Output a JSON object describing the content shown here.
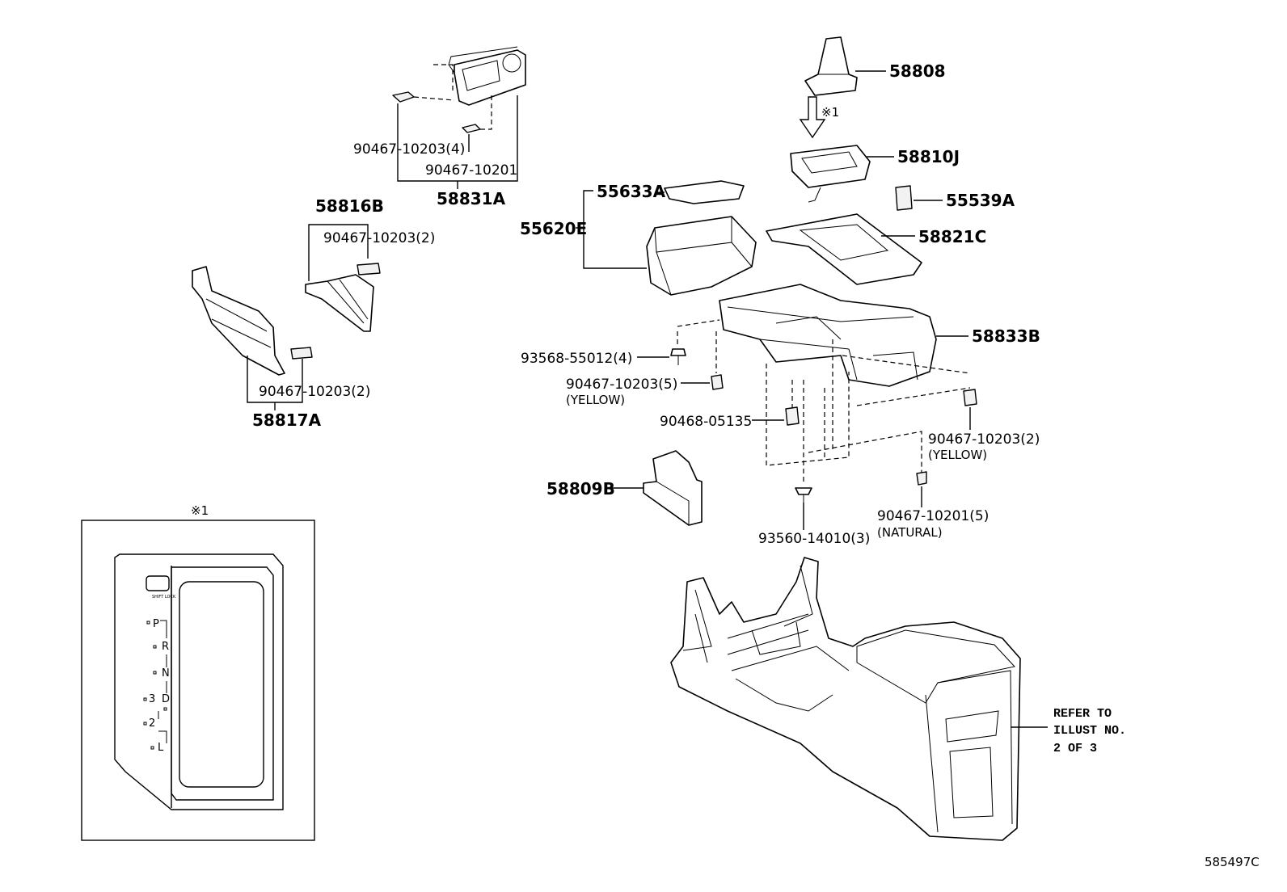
{
  "diagram": {
    "code": "585497C",
    "note_mark": "※1",
    "refer_note": [
      "REFER TO",
      "ILLUST NO.",
      "2 OF 3"
    ],
    "labels": {
      "p58808": "58808",
      "p58810J": "58810J",
      "p55633A": "55633A",
      "p55620E": "55620E",
      "p55539A": "55539A",
      "p58821C": "58821C",
      "p58833B": "58833B",
      "p58831A": "58831A",
      "p58816B": "58816B",
      "p58817A": "58817A",
      "p58809B": "58809B",
      "c1": "90467-10203(4)",
      "c2": "90467-10201",
      "c3": "90467-10203(2)",
      "c4": "90467-10203(2)",
      "c5": "93568-55012(4)",
      "c6": "90467-10203(5)",
      "c6_note": "(YELLOW)",
      "c7": "90468-05135",
      "c8": "90467-10203(2)",
      "c8_note": "(YELLOW)",
      "c9": "93560-14010(3)",
      "c10": "90467-10201(5)",
      "c10_note": "(NATURAL)"
    },
    "inset": {
      "title": "※1",
      "shift_lock": "SHIFT LOCK",
      "gears": [
        "P",
        "R",
        "N",
        "D",
        "3",
        "2",
        "L"
      ]
    }
  }
}
